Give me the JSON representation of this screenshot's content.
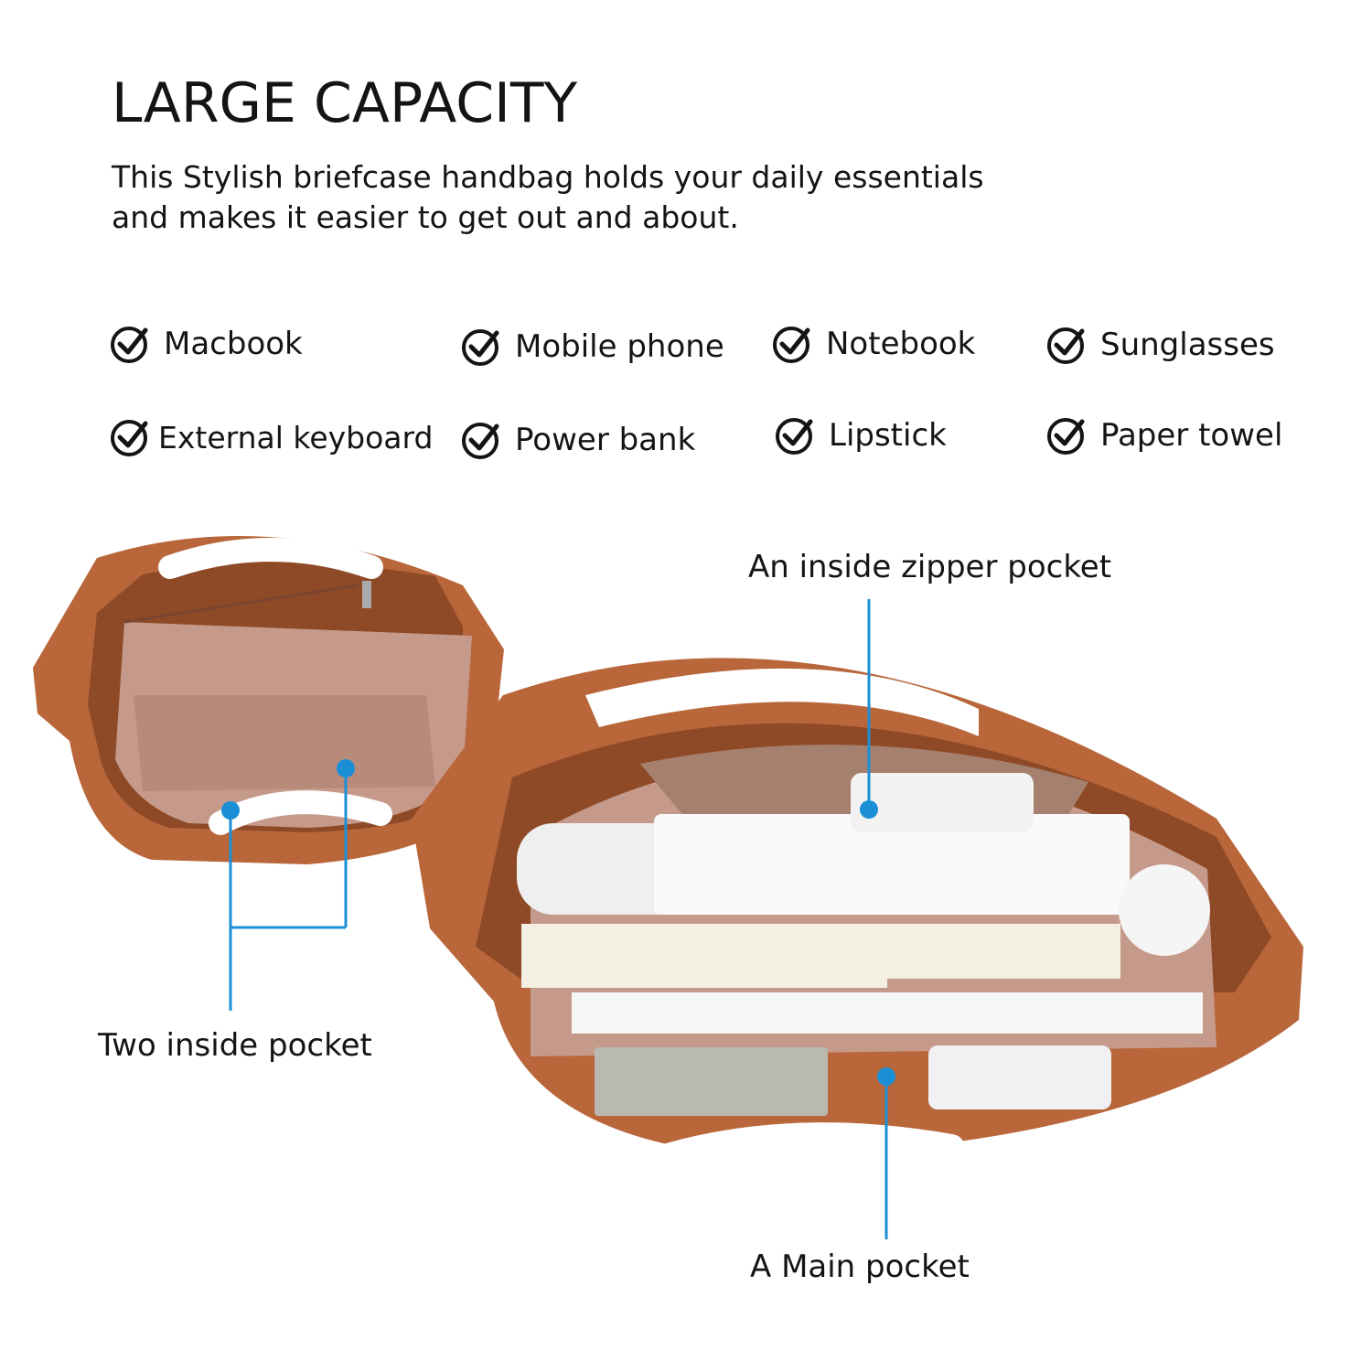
{
  "header": {
    "title": "LARGE CAPACITY",
    "subtitle_line1": "This Stylish briefcase handbag holds your daily essentials",
    "subtitle_line2": "and makes it easier to get out and about."
  },
  "features": [
    "Macbook",
    "Mobile phone",
    "Notebook",
    "Sunglasses",
    "External keyboard",
    "Power bank",
    "Lipstick",
    "Paper towel"
  ],
  "callouts": {
    "zipper_pocket": "An inside zipper pocket",
    "two_pockets": "Two inside pocket",
    "main_pocket": "A Main pocket"
  },
  "icons": {
    "feature": "check-circle-icon"
  },
  "colors": {
    "text": "#141414",
    "leather": "#b8663a",
    "leather_dark": "#8e4a26",
    "lining": "#c59a8a",
    "marker": "#1b8fd6",
    "background": "#ffffff"
  }
}
